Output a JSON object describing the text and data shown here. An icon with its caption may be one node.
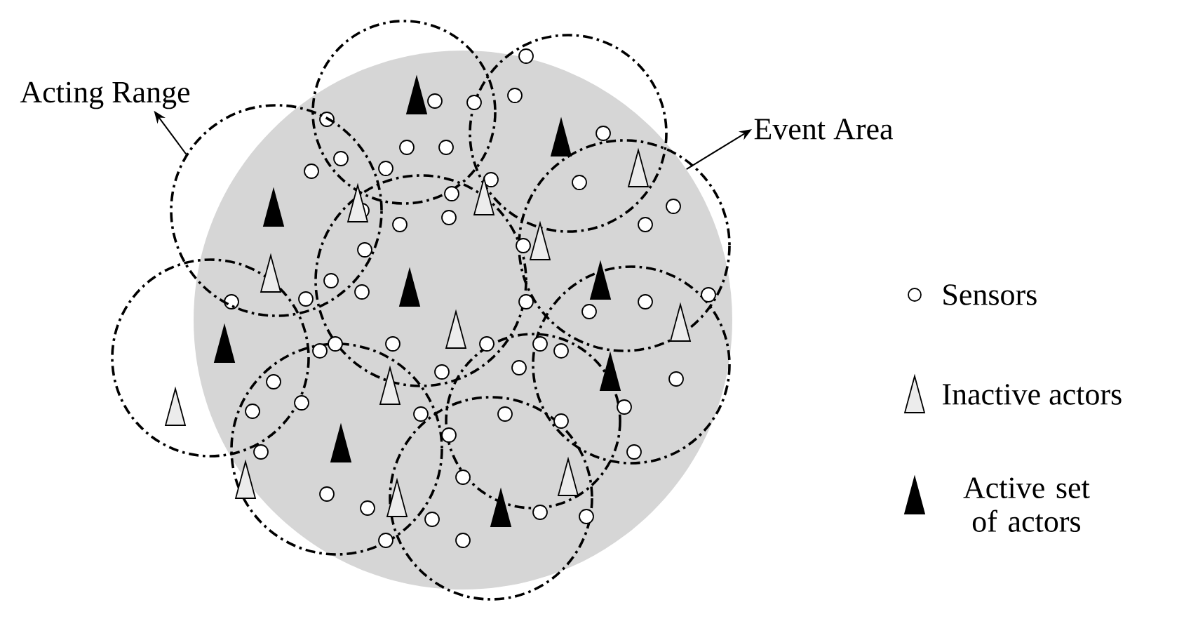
{
  "diagram": {
    "nodes": [
      {
        "text": [
          "Acting Range"
        ]
      },
      {
        "text": [],
        "shape": "circle"
      },
      {
        "text": [
          "Event Area"
        ]
      },
      {
        "text": [],
        "shape": "circle"
      }
    ],
    "edges": [
      {
        "from": 1,
        "to": 0,
        "arrow": "to"
      },
      {
        "from": 3,
        "to": 2,
        "arrow": "to"
      }
    ],
    "legend": [
      {
        "text": "Sensors"
      },
      {
        "text": "Inactive actors"
      },
      {
        "text": "Active set of actors"
      }
    ]
  }
}
